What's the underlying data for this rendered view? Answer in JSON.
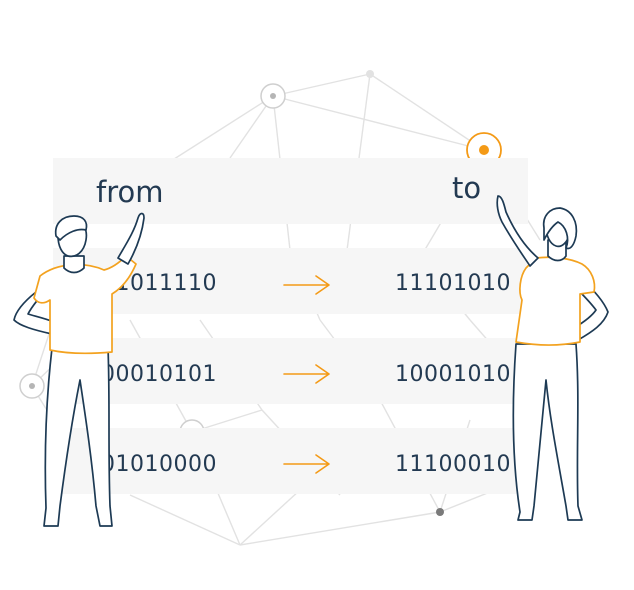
{
  "header": {
    "from_label": "from",
    "to_label": "to"
  },
  "rows": [
    {
      "from": "01011110",
      "to": "11101010"
    },
    {
      "from": "00010101",
      "to": "10001010"
    },
    {
      "from": "01010000",
      "to": "11100010"
    }
  ],
  "colors": {
    "accent": "#f49a16",
    "text": "#233a52",
    "band": "#f6f6f6",
    "network": "#e2e2e2",
    "outline": "#1d3a54"
  }
}
